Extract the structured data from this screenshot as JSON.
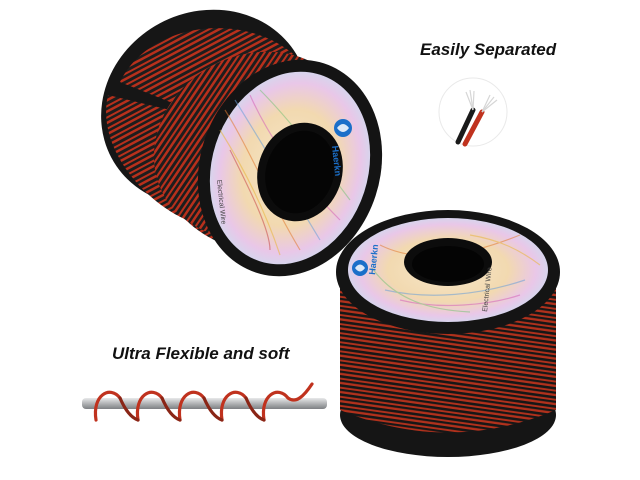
{
  "captions": {
    "easily_separated": "Easily Separated",
    "ultra_flexible": "Ultra Flexible and soft"
  },
  "spool_label": {
    "brand": "Haerkn",
    "product_text": "Electrical Wire"
  },
  "colors": {
    "wire_red": "#c0321e",
    "wire_black": "#1a1a1a",
    "flange_black": "#141414",
    "copper": "#e2e2e2",
    "brand_blue": "#1b6fc9",
    "rod_silver": "#b9bbbd"
  }
}
